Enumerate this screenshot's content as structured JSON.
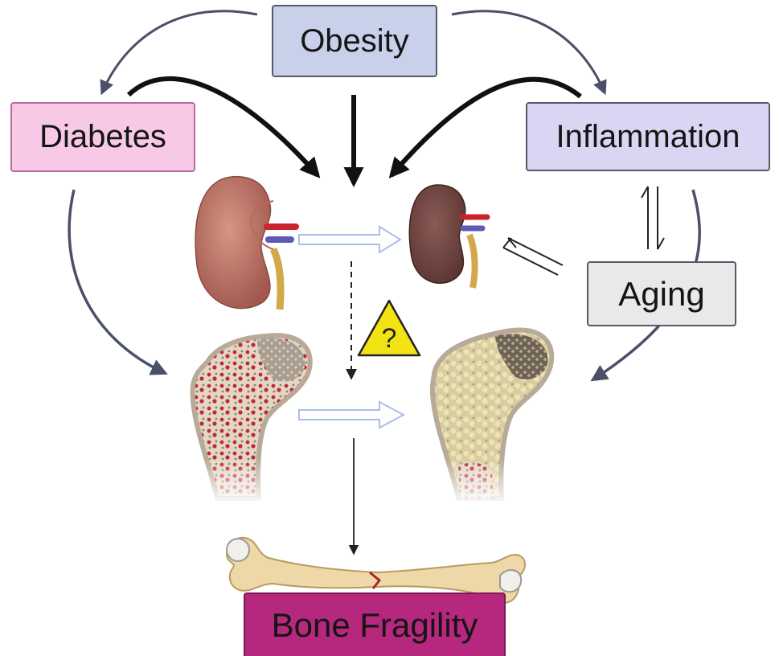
{
  "nodes": {
    "obesity": "Obesity",
    "diabetes": "Diabetes",
    "inflammation": "Inflammation",
    "aging": "Aging",
    "bone_fragility": "Bone Fragility",
    "question_mark": "?"
  },
  "colors": {
    "obesity_fill": "#c9d0ea",
    "diabetes_fill": "#f7c9e6",
    "inflammation_fill": "#d9d6f3",
    "aging_fill": "#e9e9e9",
    "bone_fragility_fill": "#b6277e",
    "arrow_thick": "#111111",
    "arrow_curved": "#4a5068",
    "arrow_transition": "#a9bfe6",
    "warning": "#f2e313"
  },
  "icons": [
    "healthy-kidney-icon",
    "damaged-kidney-icon",
    "healthy-bone-icon",
    "osteoporotic-bone-icon",
    "fractured-femur-icon",
    "warning-triangle-icon"
  ]
}
